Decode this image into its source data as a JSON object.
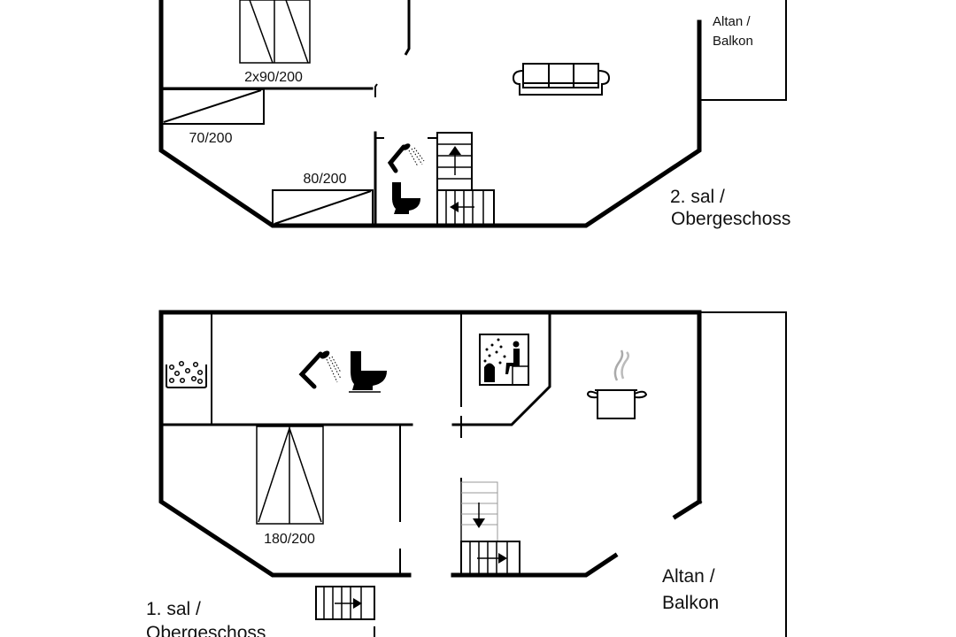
{
  "upper_floor": {
    "title_line1": "2. sal /",
    "title_line2": "Obergeschoss",
    "balcony_line1": "Altan /",
    "balcony_line2": "Balkon",
    "beds": [
      "2x90/200",
      "70/200",
      "80/200"
    ],
    "icons": [
      "sofa-icon",
      "shower-icon",
      "toilet-icon",
      "stairs-up-icon",
      "stairs-icon"
    ]
  },
  "lower_floor": {
    "title_line1": "1. sal /",
    "title_line2": "Obergeschoss",
    "balcony_line1": "Altan /",
    "balcony_line2": "Balkon",
    "beds": [
      "180/200"
    ],
    "icons": [
      "washing-machine-icon",
      "shower-icon",
      "toilet-icon",
      "sauna-icon",
      "cooking-pot-icon",
      "stairs-down-icon",
      "stairs-icon",
      "entrance-stairs-icon"
    ]
  }
}
